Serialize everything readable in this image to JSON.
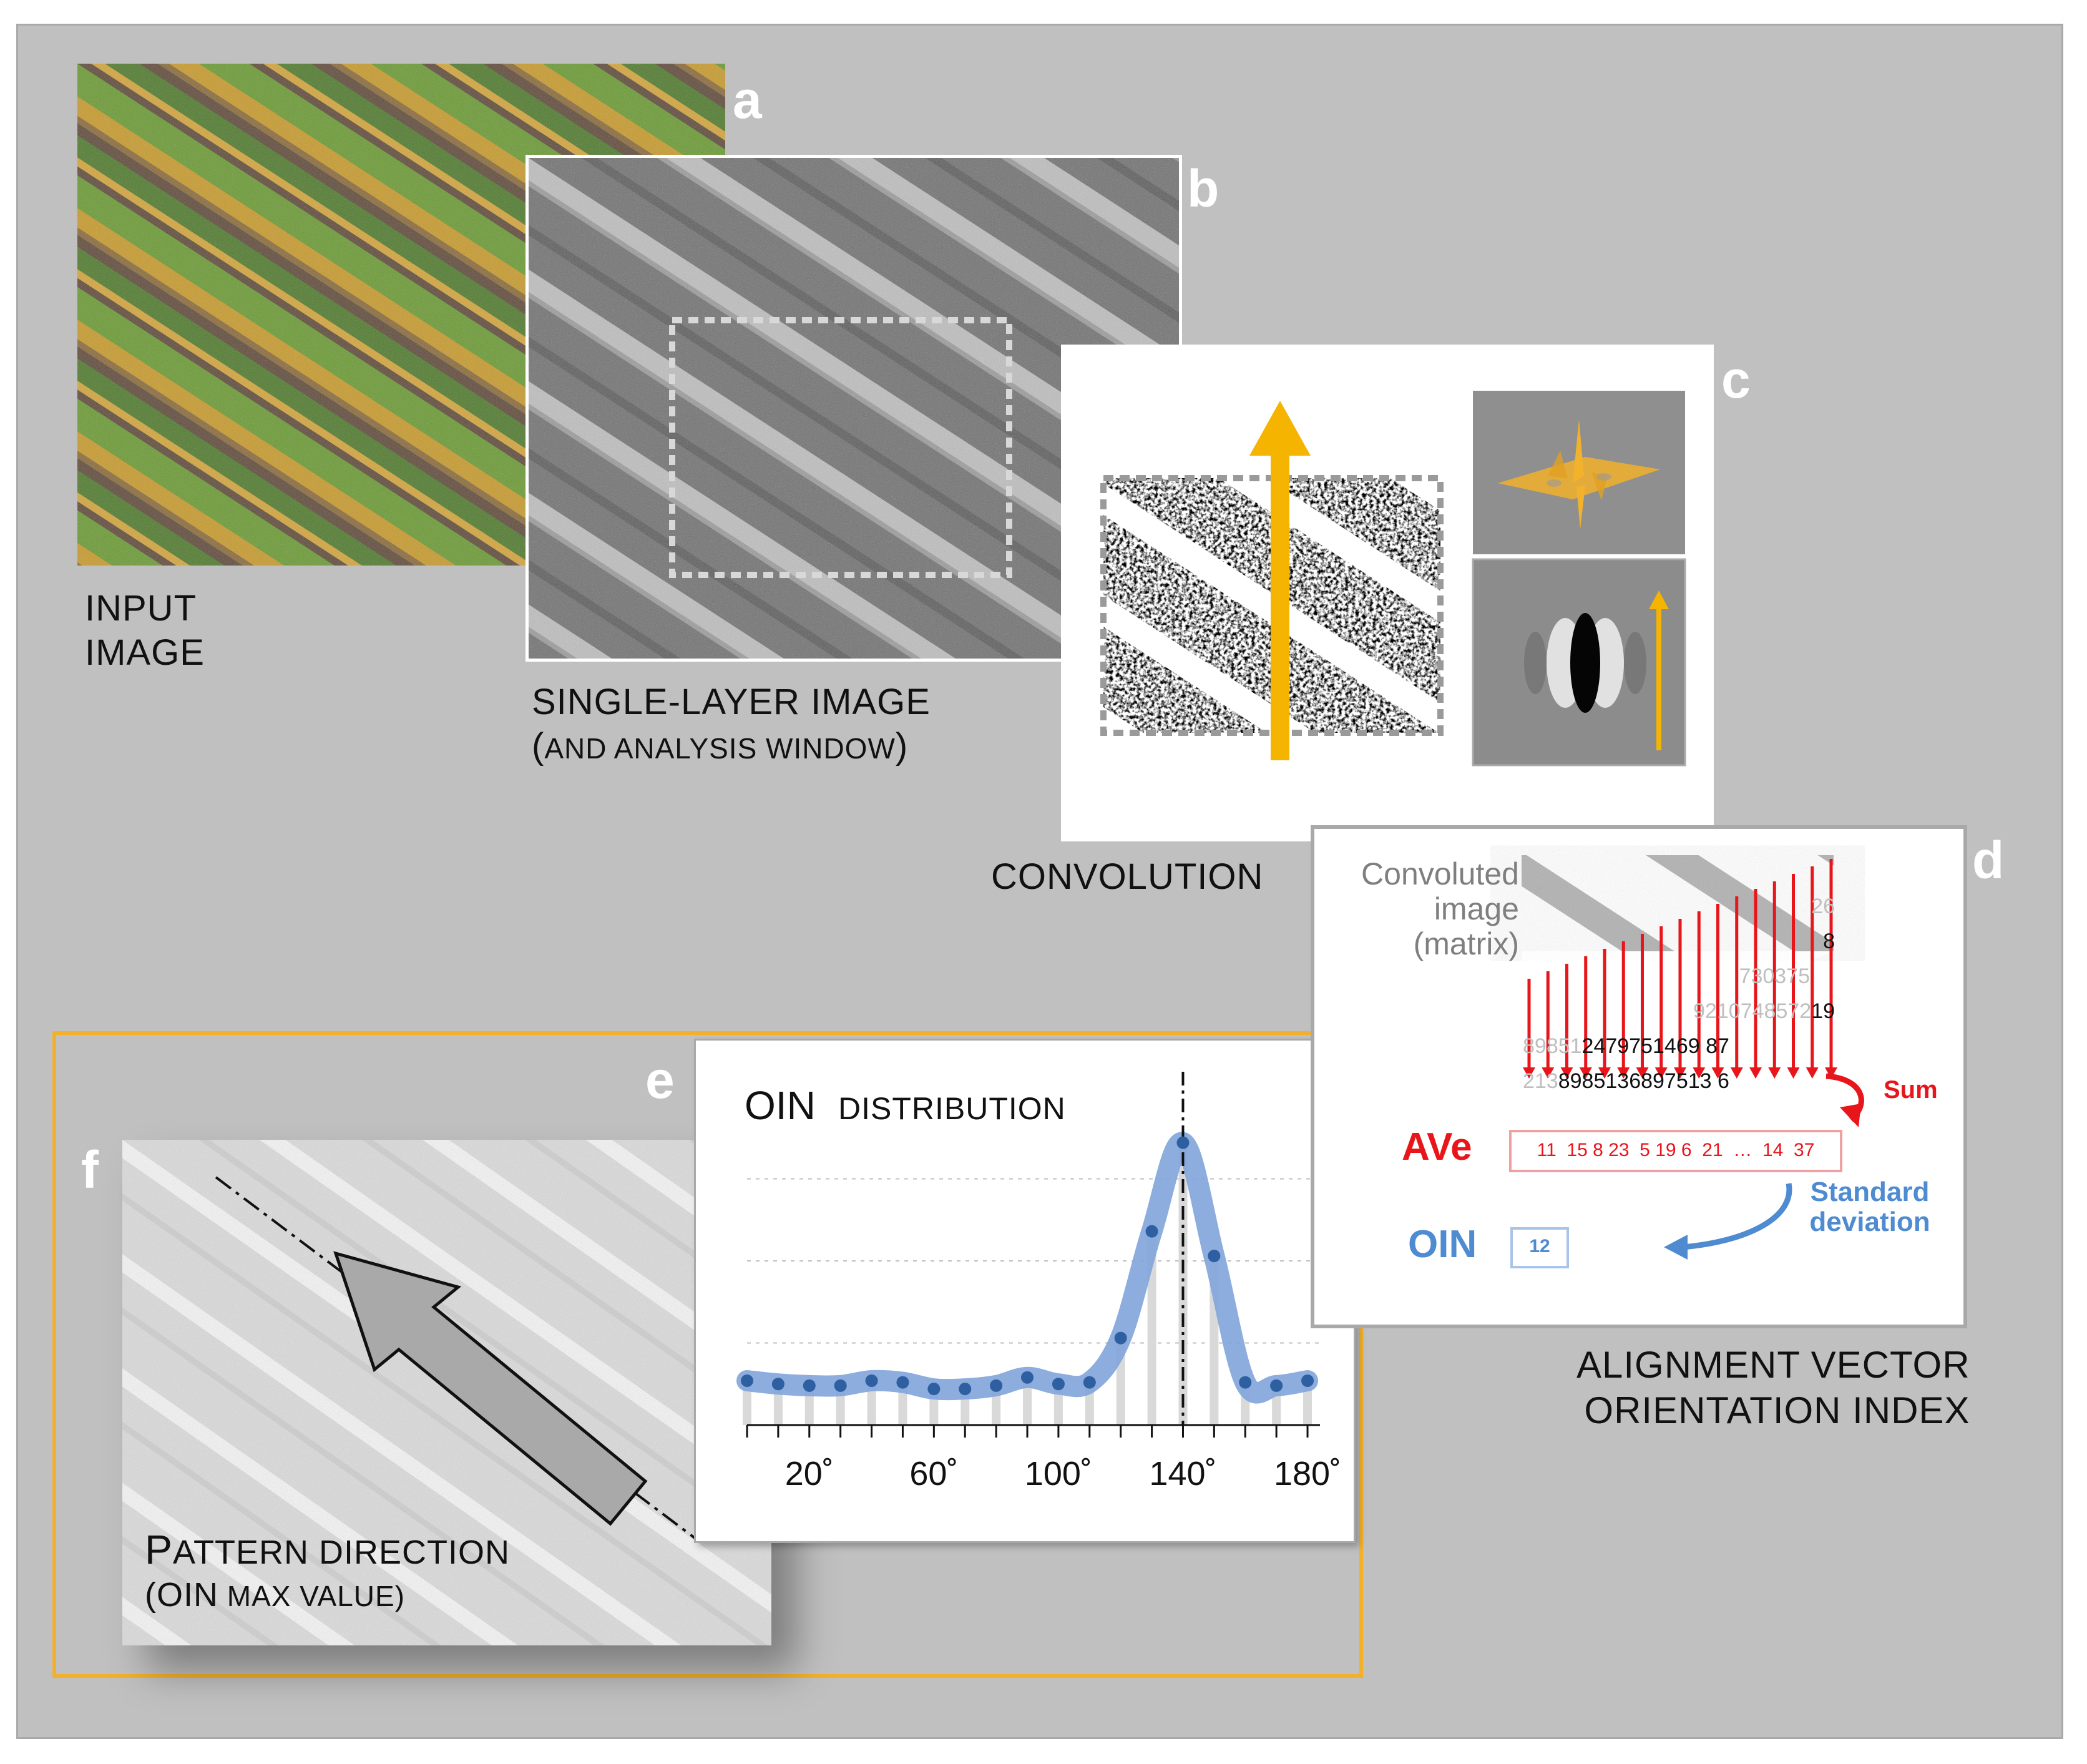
{
  "panels": {
    "a": {
      "letter": "a",
      "caption_line1": "INPUT",
      "caption_line2": "IMAGE"
    },
    "b": {
      "letter": "b",
      "caption_line1": "SINGLE-LAYER  IMAGE",
      "caption_line2_open": "(",
      "caption_line2_rest": "AND ANALYSIS WINDOW",
      "caption_line2_close": ")"
    },
    "c": {
      "letter": "c",
      "caption": "CONVOLUTION"
    },
    "d": {
      "letter": "d",
      "matrix_label_1": "Convoluted",
      "matrix_label_2": "image",
      "matrix_label_3": "(matrix)",
      "rows": [
        {
          "faded": "",
          "dark": "26"
        },
        {
          "faded": "",
          "dark": "8"
        },
        {
          "faded": "730375",
          "dark": ""
        },
        {
          "faded": "9210748572",
          "dark": "19"
        },
        {
          "faded": "89851",
          "dark": "2479751469 87"
        },
        {
          "faded": "213",
          "dark": "8985136897513 6"
        }
      ],
      "sum_label": "Sum",
      "ave_label": "AVe",
      "ave_values": "11  15 8 23  5 19 6  21  …  14  37",
      "oin_label": "OIN",
      "oin_value": "12",
      "std_label_1": "Standard",
      "std_label_2": "deviation",
      "caption_line1": "ALIGNMENT VECTOR",
      "caption_line2": "ORIENTATION INDEX"
    },
    "e": {
      "letter": "e"
    },
    "f": {
      "letter": "f",
      "caption_cap": "P",
      "caption_rest": "ATTERN DIRECTION",
      "caption_line2_a": "(OIN",
      "caption_line2_b": "  MAX VALUE)"
    }
  },
  "colors": {
    "background": "#c0c0c0",
    "highlight_frame": "#f3b12b",
    "arrow_yellow": "#f5b400",
    "red": "#e8151b",
    "blue": "#4f8bd0",
    "curve_blue": "#7fa4d9",
    "dot_blue": "#2e5fa0"
  },
  "chart_data": {
    "type": "line",
    "title": "OIN",
    "title_small": "DISTRIBUTION",
    "x": [
      0,
      10,
      20,
      30,
      40,
      50,
      60,
      70,
      80,
      90,
      100,
      110,
      120,
      130,
      140,
      150,
      160,
      170,
      180
    ],
    "values": [
      0.27,
      0.25,
      0.24,
      0.24,
      0.27,
      0.26,
      0.22,
      0.22,
      0.24,
      0.29,
      0.25,
      0.26,
      0.53,
      1.18,
      1.72,
      1.03,
      0.26,
      0.24,
      0.27
    ],
    "bars": [
      0.27,
      0.25,
      0.24,
      0.24,
      0.27,
      0.26,
      0.22,
      0.22,
      0.24,
      0.29,
      0.25,
      0.26,
      0.53,
      1.18,
      1.72,
      1.03,
      0.26,
      0.24,
      0.27
    ],
    "xticks": [
      20,
      60,
      100,
      140,
      180
    ],
    "xtick_labels": [
      "20˚",
      "60˚",
      "100˚",
      "140˚",
      "180˚"
    ],
    "xlim": [
      0,
      184
    ],
    "ylim": [
      0,
      2.0
    ],
    "peak_x": 140,
    "grid": true
  }
}
